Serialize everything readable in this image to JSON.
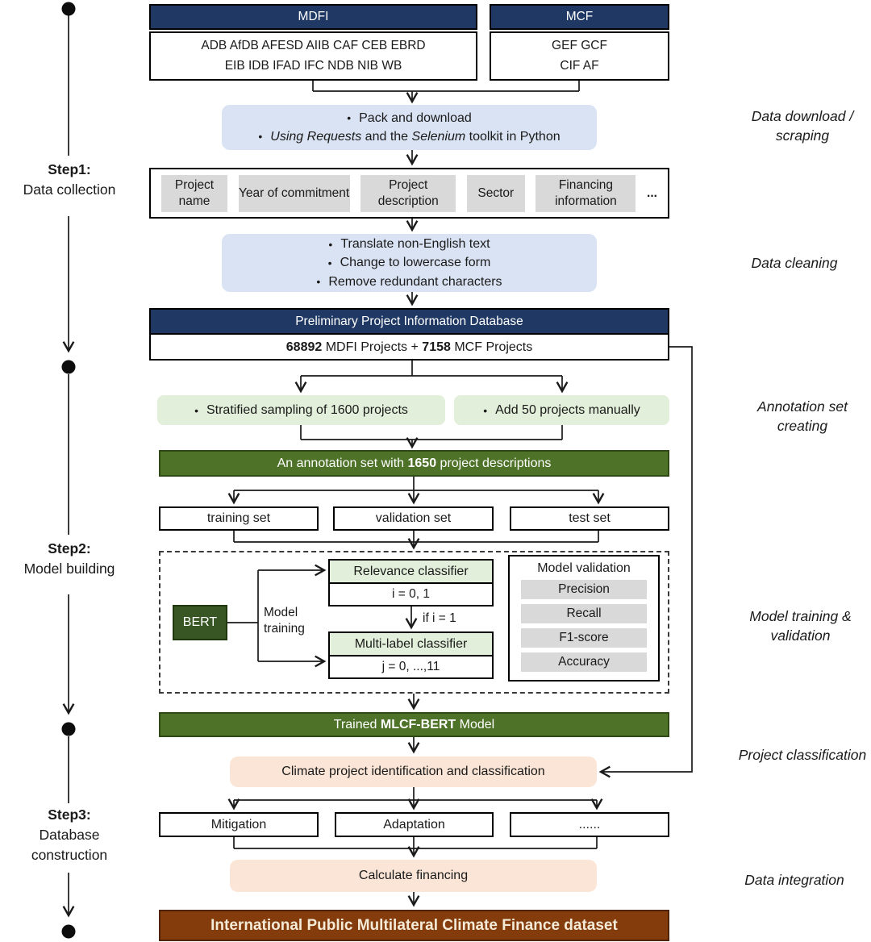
{
  "ui": {
    "bullet": "•"
  },
  "colors": {
    "navy_header": "#1f3864",
    "light_blue": "#dae3f3",
    "light_green": "#e2efda",
    "dark_green": "#4e7227",
    "bert_green": "#375623",
    "peach": "#fbe5d6",
    "brown": "#843c0c",
    "chip_gray": "#d9d9d9"
  },
  "timeline": {
    "steps": [
      {
        "title": "Step1:",
        "subtitle": "Data collection"
      },
      {
        "title": "Step2:",
        "subtitle": "Model building"
      },
      {
        "title": "Step3:",
        "subtitle": "Database construction"
      }
    ]
  },
  "side_labels": {
    "download": "Data download / scraping",
    "cleaning": "Data cleaning",
    "annotation": "Annotation set creating",
    "training": "Model training & validation",
    "classification": "Project classification",
    "integration": "Data integration"
  },
  "sources": {
    "mdfi": {
      "header": "MDFI",
      "line1": "ADB AfDB AFESD AIIB CAF CEB EBRD",
      "line2": "EIB IDB IFAD IFC NDB NIB WB"
    },
    "mcf": {
      "header": "MCF",
      "line1": "GEF GCF",
      "line2": "CIF AF"
    }
  },
  "download_box": {
    "line1": "Pack and download",
    "line2_it1": "Using Requests",
    "line2_mid": " and the ",
    "line2_it2": "Selenium",
    "line2_end": " toolkit in Python"
  },
  "fields": [
    "Project name",
    "Year of commitment",
    "Project description",
    "Sector",
    "Financing information",
    "..."
  ],
  "cleaning_box": {
    "line1": "Translate non-English text",
    "line2": "Change to lowercase form",
    "line3": "Remove redundant characters"
  },
  "database": {
    "header": "Preliminary Project Information Database",
    "count1": "68892",
    "mid": " MDFI Projects + ",
    "count2": "7158",
    "end": " MCF Projects"
  },
  "sampling": {
    "left": "Stratified sampling of 1600 projects",
    "right": "Add 50 projects manually"
  },
  "annotation_set": {
    "pre": "An annotation set with ",
    "count": "1650",
    "post": " project descriptions"
  },
  "splits": [
    "training set",
    "validation set",
    "test set"
  ],
  "model": {
    "bert": "BERT",
    "training_label": "Model training",
    "relevance_header": "Relevance classifier",
    "relevance_body": "i = 0, 1",
    "condition": "if i = 1",
    "multilabel_header": "Multi-label classifier",
    "multilabel_body": "j = 0, ...,11",
    "validation_title": "Model validation",
    "metrics": [
      "Precision",
      "Recall",
      "F1-score",
      "Accuracy"
    ]
  },
  "trained": {
    "pre": "Trained ",
    "model": "MLCF-BERT",
    "post": " Model"
  },
  "classification_box": "Climate project identification and classification",
  "categories": [
    "Mitigation",
    "Adaptation",
    "......"
  ],
  "calculate_box": "Calculate financing",
  "final_box": "International Public Multilateral Climate Finance dataset"
}
